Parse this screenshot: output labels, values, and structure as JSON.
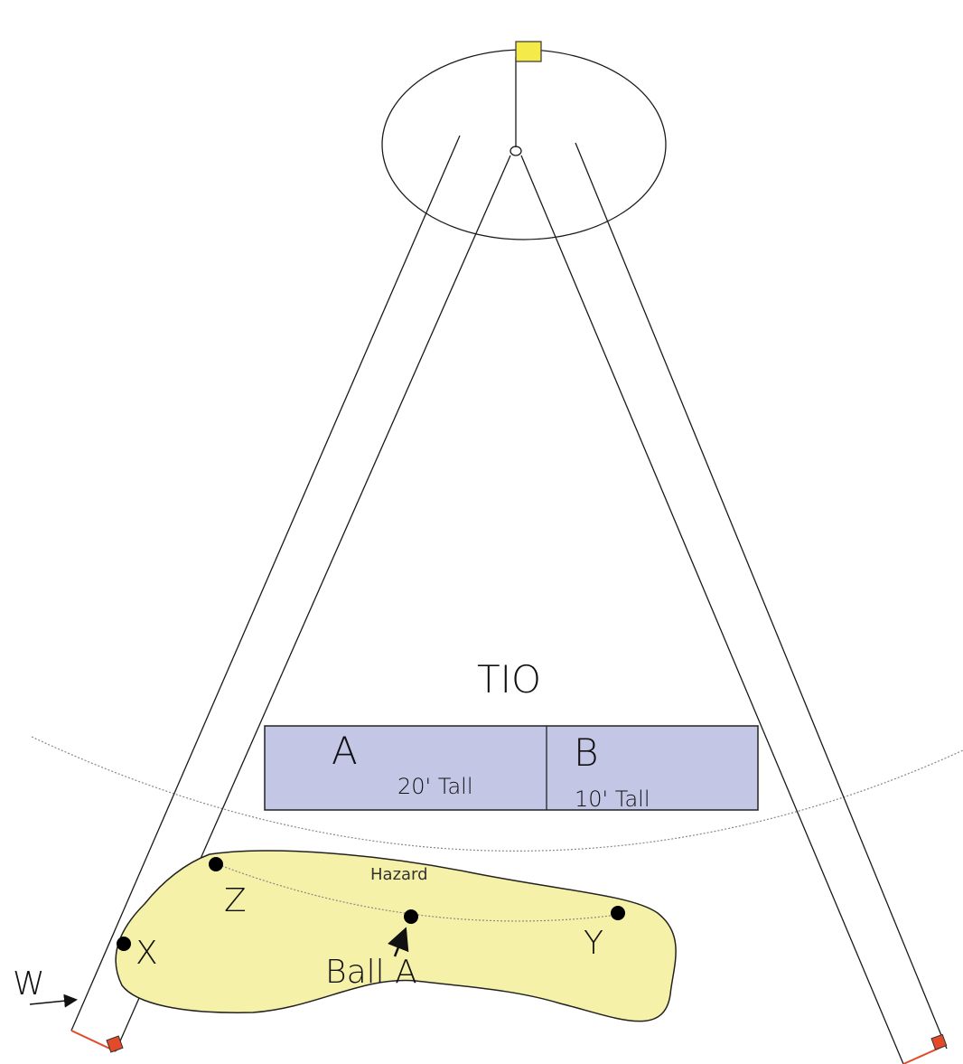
{
  "labels": {
    "tio": "TIO",
    "zone_a": "A",
    "zone_a_height": "20' Tall",
    "zone_b": "B",
    "zone_b_height": "10' Tall",
    "hazard": "Hazard",
    "point_z": "Z",
    "point_x": "X",
    "point_y": "Y",
    "ball": "Ball A",
    "w_marker": "W"
  },
  "colors": {
    "flag": "#f4ea4a",
    "obstruction_box": "#c4c6e6",
    "hazard_fill": "#f6f1a8",
    "boundary_marker": "#e24a2a",
    "line": "#1a1a1a"
  }
}
